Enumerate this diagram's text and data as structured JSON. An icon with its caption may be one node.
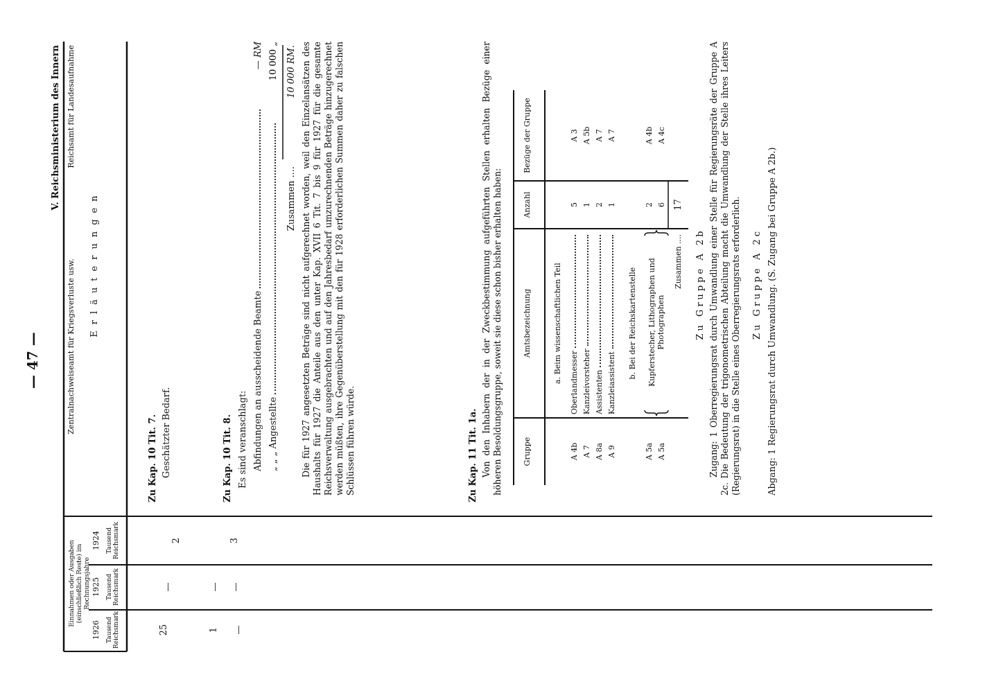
{
  "diagram": {
    "labels": [
      "— 47 —",
      "V. Reichsministerium des Innern",
      "Zentralnachweiseamt für Kriegsverluste usw.",
      "Reichsamt für Landesaufnahme",
      "Einnahmen oder Ausgaben (einschließlich Reste) im Rechnungsjahre",
      "1926",
      "1925",
      "1924",
      "Tausend Reichsmark",
      "Tausend Reichsmark",
      "Tausend Reichsmark",
      "Erläuterungen",
      "25",
      "—",
      "2",
      "Zu Kap. 10 Tit. 7.",
      "Geschätzter Bedarf.",
      "1",
      "—",
      "—",
      "—",
      "3",
      "Zu Kap. 10 Tit. 8.",
      "Es sind veranschlagt:",
      "Abfindungen an ausscheidende Beamte",
      "— RM",
      "„ „ „ Angestellte",
      "10 000 „",
      "Zusammen ....",
      "10 000 RM.",
      "Die für 1927 angesetzten Beträge sind nicht aufgerechnet worden, weil den Einzelansätzen des Haushalts für 1927 die Anteile aus den unter Kap. XVII 6 Tit. 7 bis 9 für 1927 für die gesamte Reichsverwaltung ausgebrachten und auf den Jahresbedarf umzurechnenden Beträge hinzugerechnet werden müßten, ihre Gegenüberstellung mit den für 1928 erforderlichen Summen daher zu falschen Schlüssen führen würde.",
      "Zu Kap. 11 Tit. 1a.",
      "Von den Inhabern der in der Zweckbestimmung aufgeführten Stellen erhalten Bezüge einer höheren Besoldungsgruppe, soweit sie diese schon bisher erhalten haben:",
      "Gruppe",
      "Amtsbezeichnung",
      "Anzahl",
      "Bezüge der Gruppe",
      "a. Beim wissenschaftlichen Teil",
      "A 4b",
      "Oberlandmesser",
      "5",
      "A 3",
      "A 7",
      "Kanzleivorsteher",
      "1",
      "A 5b",
      "A 8a",
      "Assistenten",
      "2",
      "A 7",
      "A 9",
      "Kanzleiassistent",
      "1",
      "A 7",
      "b. Bei der Reichskartenstelle",
      "A 5a",
      "Kupferstecher, Lithographen und Photographen",
      "2",
      "A 4b",
      "A 5a",
      "6",
      "A 4c",
      "Zusammen ....",
      "17",
      "Zu Gruppe A 2b",
      "Zugang: 1 Oberregierungsrat durch Umwandlung einer Stelle für Regierungsräte der Gruppe A 2c. Die Bedeutung der trigonometrischen Abteilung macht die Umwandlung der Stelle ihres Leiters (Regierungsrat) in die Stelle eines Oberregierungsrats erforderlich.",
      "Zu Gruppe A 2c",
      "Abgang: 1 Regierungsrat durch Umwandlung. (S. Zugang bei Gruppe A 2b.)"
    ]
  }
}
